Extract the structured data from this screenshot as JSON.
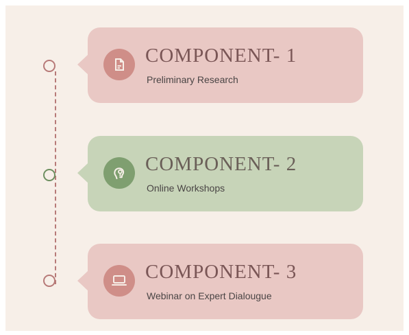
{
  "colors": {
    "background": "#f7efe8",
    "pink_card": "#e9c8c4",
    "green_card": "#c7d4b8",
    "pink_accent": "#cf8e88",
    "green_accent": "#7f9f70",
    "timeline": "#b77a78"
  },
  "components": [
    {
      "title": "COMPONENT- 1",
      "subtitle": "Preliminary Research",
      "icon": "document-icon",
      "theme": "pink"
    },
    {
      "title": "COMPONENT- 2",
      "subtitle": "Online Workshops",
      "icon": "idea-head-icon",
      "theme": "green"
    },
    {
      "title": "COMPONENT- 3",
      "subtitle": "Webinar on Expert Dialougue",
      "icon": "laptop-icon",
      "theme": "pink"
    }
  ]
}
